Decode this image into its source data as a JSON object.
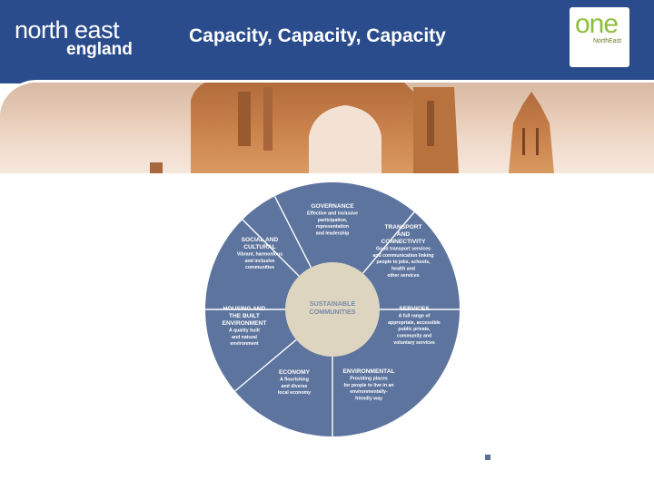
{
  "header": {
    "logo_line1": "north east",
    "logo_line2": "england",
    "title": "Capacity, Capacity, Capacity",
    "badge_word": "one",
    "badge_sub": "NorthEast",
    "colors": {
      "header_bg": "#2b4c8c",
      "badge_green": "#8cbf3c"
    }
  },
  "diagram": {
    "center": "SUSTAINABLE COMMUNITIES",
    "segments": [
      {
        "title": [
          "GOVERNANCE"
        ],
        "desc": [
          "Effective and inclusive",
          "participation,",
          "representation",
          "and leadership"
        ]
      },
      {
        "title": [
          "TRANSPORT",
          "AND",
          "CONNECTIVITY"
        ],
        "desc": [
          "Good transport services",
          "and communication linking",
          "people to jobs, schools,",
          "health and",
          "other services"
        ]
      },
      {
        "title": [
          "SERVICES"
        ],
        "desc": [
          "A full range of",
          "appropriate, accessible",
          "public private,",
          "community and",
          "voluntary services"
        ]
      },
      {
        "title": [
          "ENVIRONMENTAL"
        ],
        "desc": [
          "Providing places",
          "for people to live in an",
          "environmentally-",
          "friendly way"
        ]
      },
      {
        "title": [
          "ECONOMY"
        ],
        "desc": [
          "A flourishing",
          "and diverse",
          "local economy"
        ]
      },
      {
        "title": [
          "HOUSING AND",
          "THE BUILT",
          "ENVIRONMENT"
        ],
        "desc": [
          "A quality built",
          "and natural",
          "environment"
        ]
      },
      {
        "title": [
          "SOCIAL AND",
          "CULTURAL"
        ],
        "desc": [
          "Vibrant, harmonious",
          "and inclusive",
          "communities"
        ]
      }
    ],
    "colors": {
      "ring": "#5d749e",
      "center": "#ddd5c0",
      "center_text": "#7a8aa8",
      "divider": "#ffffff"
    }
  }
}
